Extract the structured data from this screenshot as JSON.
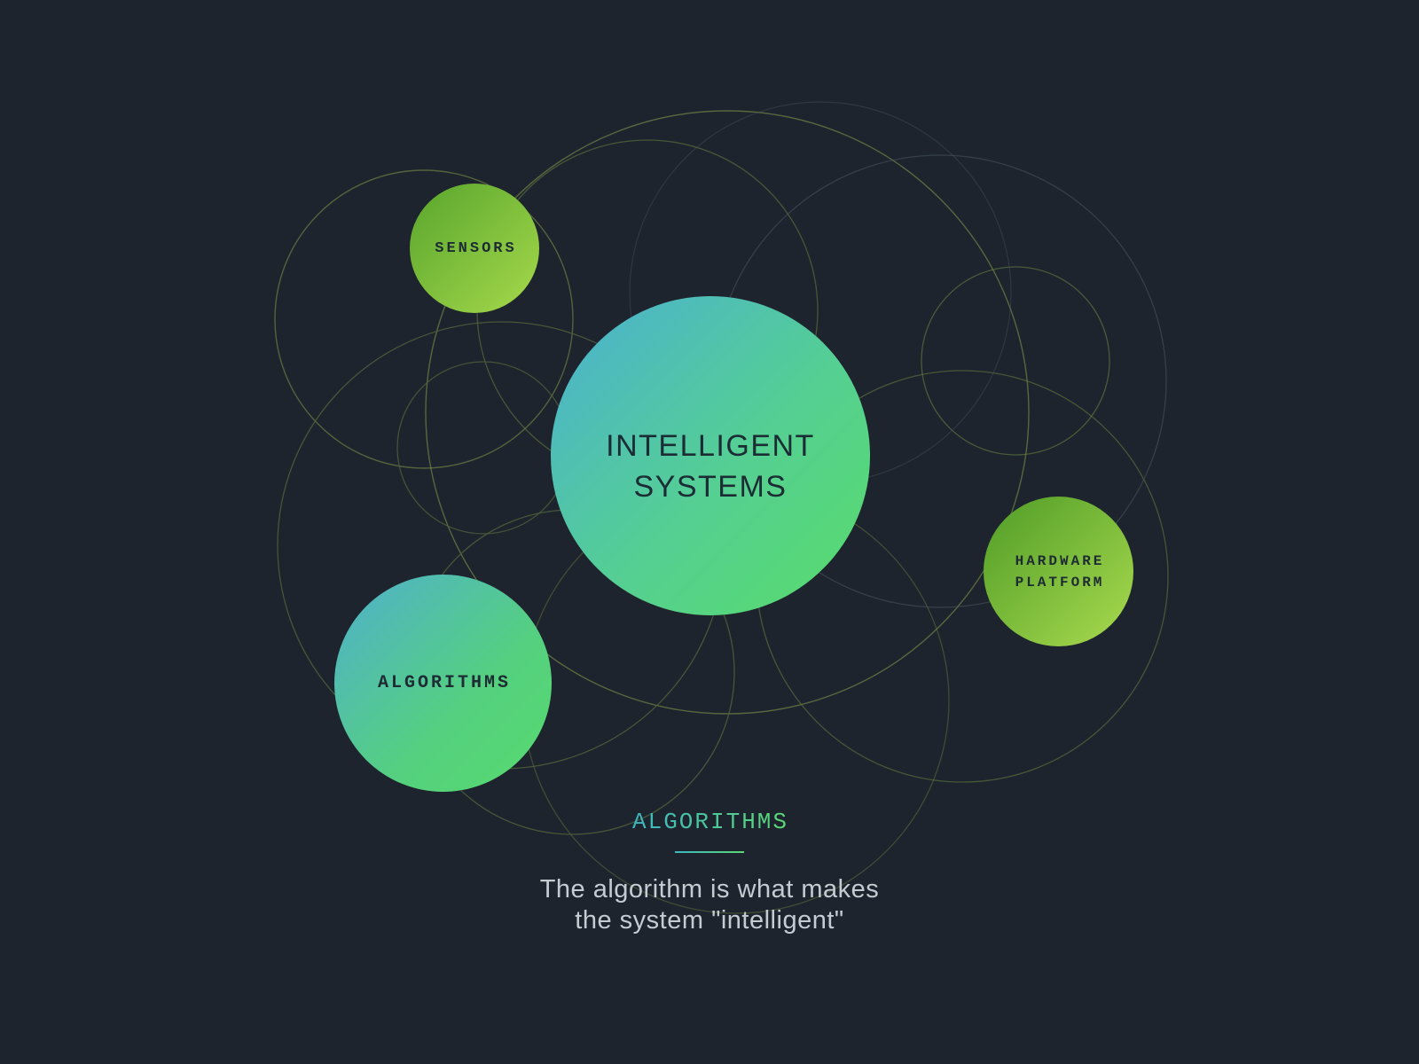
{
  "title_bubble": {
    "line1": "INTELLIGENT",
    "line2": "SYSTEMS"
  },
  "bubbles": {
    "sensors": {
      "label": "SENSORS"
    },
    "algorithms": {
      "label": "ALGORITHMS"
    },
    "hardware": {
      "line1": "HARDWARE",
      "line2": "PLATFORM"
    }
  },
  "caption": {
    "heading": "ALGORITHMS",
    "line1": "The algorithm is what makes",
    "line2": "the system \"intelligent\""
  },
  "colors": {
    "background": "#1e242e",
    "bubble_teal": "#4ab0d2",
    "bubble_green": "#58dc69",
    "bubble_lime_dark": "#539f29",
    "bubble_lime_light": "#a8da4c",
    "heading_gradient_start": "#3db5c4",
    "heading_gradient_end": "#5cd873",
    "body_text": "#c6cbd2",
    "bubble_label_text": "#1d2b33",
    "decor_stroke_bright": "#87a14c",
    "decor_stroke_dim": "#68813f",
    "decor_stroke_faint": "#4d5f3a",
    "decor_stroke_gray": "#49555e"
  }
}
